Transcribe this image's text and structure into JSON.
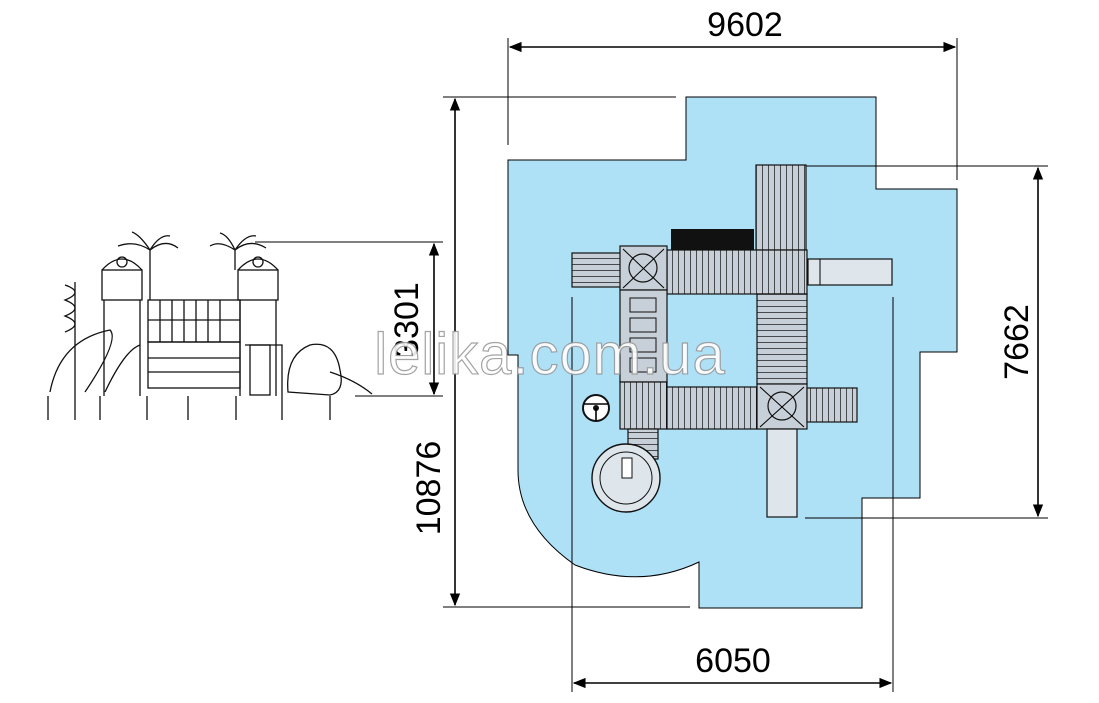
{
  "watermark": "lelika.com.ua",
  "dimensions": {
    "top_width": "9602",
    "bottom_width": "6050",
    "right_height": "7662",
    "left_height": "10876",
    "elevation_height": "3301"
  },
  "colors": {
    "safety_zone": "#aee0f6",
    "line": "#000000",
    "deck": "#c7d0d8"
  },
  "icons": {
    "elevation_view": "playground-elevation-drawing",
    "steering_wheel": "steering-wheel-icon",
    "spiral_slide": "spiral-slide-icon",
    "roof_hatch": "roof-pattern-icon"
  }
}
